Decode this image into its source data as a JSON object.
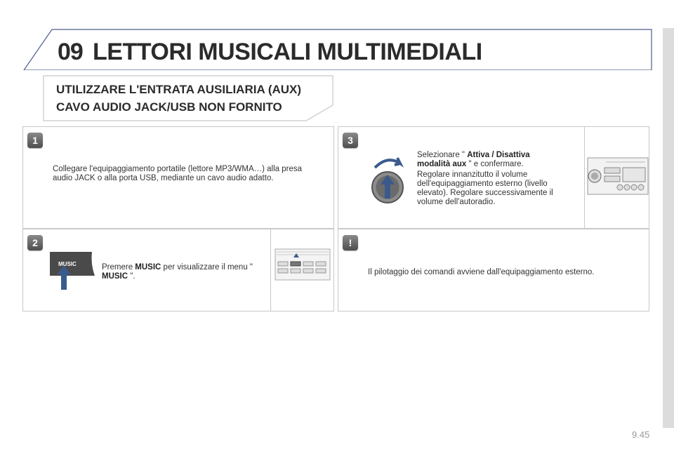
{
  "header": {
    "chapter_number": "09",
    "title": "LETTORI MUSICALI MULTIMEDIALI"
  },
  "subtitle": {
    "line1": "UTILIZZARE L'ENTRATA AUSILIARIA (AUX)",
    "line2": "CAVO AUDIO JACK/USB NON FORNITO"
  },
  "steps": [
    {
      "badge": "1",
      "text": "Collegare l'equipaggiamento portatile (lettore MP3/WMA…) alla presa audio JACK o alla porta USB, mediante un cavo audio adatto."
    },
    {
      "badge": "2",
      "text_pre": "Premere ",
      "bold1": "MUSIC",
      "text_mid": " per visualizzare il menu \" ",
      "bold2": "MUSIC",
      "text_post": " \".",
      "key_label": "MUSIC"
    },
    {
      "badge": "3",
      "text_pre": "Selezionare \" ",
      "bold1": "Attiva / Disattiva modalità aux",
      "text_post": " \" e confermare.",
      "text2": "Regolare innanzitutto il volume dell'equipaggiamento esterno (livello elevato). Regolare successivamente il volume dell'autoradio."
    }
  ],
  "note": {
    "badge": "!",
    "text": "Il pilotaggio dei comandi avviene dall'equipaggiamento esterno."
  },
  "page_number": "9.45",
  "colors": {
    "badge": "#6e6e6e",
    "arrow": "#3a5a8c",
    "frame": "#4a5f8a",
    "sidebar": "#dcdcdc"
  }
}
